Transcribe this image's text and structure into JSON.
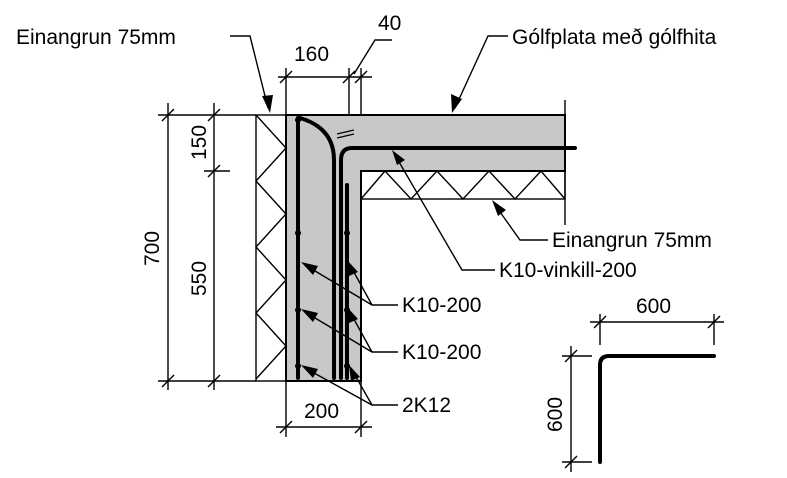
{
  "labels": {
    "wall_insulation": "Einangrun 75mm",
    "floor_slab": "Gólfplata með gólfhita",
    "floor_insulation": "Einangrun 75mm",
    "angle_bar": "K10-vinkill-200",
    "bars_a": "K10-200",
    "bars_b": "K10-200",
    "bottom_bars": "2K12"
  },
  "dimensions": {
    "width_top": "160",
    "width_small": "40",
    "height_total": "700",
    "height_top": "150",
    "height_lower": "550",
    "width_bottom": "200",
    "detail_width": "600",
    "detail_height": "600"
  },
  "colors": {
    "concrete": "#c8c8c8",
    "line": "#000000"
  }
}
